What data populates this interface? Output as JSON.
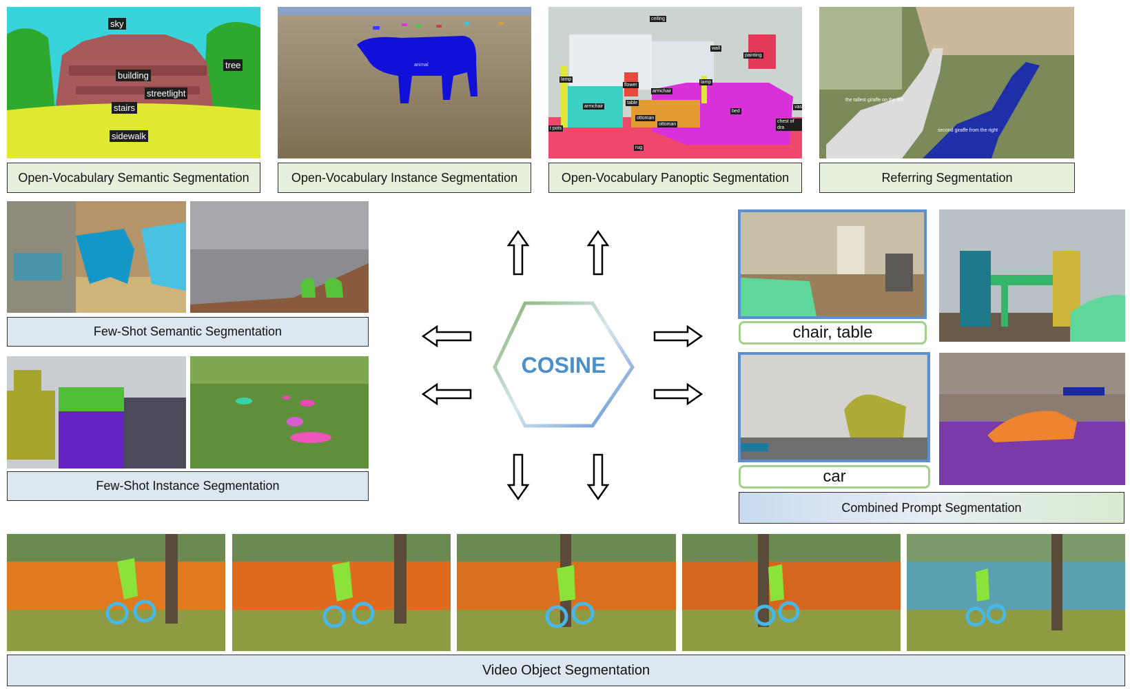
{
  "center": {
    "title": "COSINE"
  },
  "top_row": [
    {
      "label": "Open-Vocabulary Semantic Segmentation",
      "tags": [
        "sky",
        "tree",
        "building",
        "streetlight",
        "stairs",
        "sidewalk"
      ]
    },
    {
      "label": "Open-Vocabulary Instance Segmentation",
      "tags": [
        "animal"
      ]
    },
    {
      "label": "Open-Vocabulary Panoptic Segmentation",
      "tags": [
        "ceiling",
        "wall",
        "painting",
        "lamp",
        "flower",
        "armchair",
        "table",
        "lamp",
        "armchair",
        "bed",
        "ottoman",
        "ottoman",
        "chest of dra",
        "t pots",
        "rug",
        "vas"
      ]
    },
    {
      "label": "Referring Segmentation",
      "tags": [
        "the tallest giraffe on the left",
        "second giraffe from the right"
      ]
    }
  ],
  "left_mid": [
    {
      "label": "Few-Shot Semantic Segmentation"
    },
    {
      "label": "Few-Shot Instance Segmentation"
    }
  ],
  "right_mid": {
    "label": "Combined Prompt Segmentation",
    "prompts": [
      "chair, table",
      "car"
    ]
  },
  "bottom": {
    "label": "Video Object Segmentation"
  },
  "colors": {
    "green_label": "#e6f0dc",
    "blue_label": "#dde7f2",
    "frame_blue": "#5b8fd0",
    "prompt_green": "#9fd188"
  }
}
